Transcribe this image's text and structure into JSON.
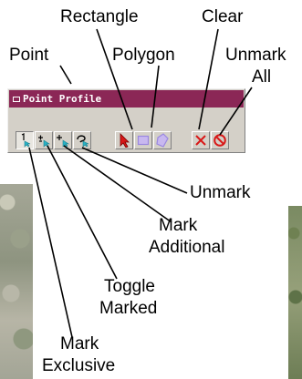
{
  "window": {
    "title": "Point Profile"
  },
  "tools": [
    {
      "name": "mark-exclusive",
      "icon": "mark-exclusive-icon",
      "pressed": true
    },
    {
      "name": "toggle-marked",
      "icon": "toggle-marked-icon",
      "pressed": false
    },
    {
      "name": "mark-additional",
      "icon": "mark-additional-icon",
      "pressed": false
    },
    {
      "name": "unmark",
      "icon": "unmark-icon",
      "pressed": false
    },
    {
      "name": "point",
      "icon": "point-arrow-icon",
      "pressed": false
    },
    {
      "name": "rectangle",
      "icon": "rectangle-icon",
      "pressed": false
    },
    {
      "name": "polygon",
      "icon": "polygon-icon",
      "pressed": false
    },
    {
      "name": "clear",
      "icon": "clear-x-icon",
      "pressed": false
    },
    {
      "name": "unmark-all",
      "icon": "no-sign-icon",
      "pressed": false
    }
  ],
  "labels": {
    "rectangle": "Rectangle",
    "clear": "Clear",
    "point": "Point",
    "polygon": "Polygon",
    "unmark_all_line1": "Unmark",
    "unmark_all_line2": "All",
    "unmark": "Unmark",
    "mark_additional_line1": "Mark",
    "mark_additional_line2": "Additional",
    "toggle_marked_line1": "Toggle",
    "toggle_marked_line2": "Marked",
    "mark_exclusive_line1": "Mark",
    "mark_exclusive_line2": "Exclusive"
  },
  "colors": {
    "title_bar": "#8b2756",
    "icon_cyan": "#28b4c8",
    "icon_red": "#d81818",
    "icon_purple": "#9a88e0"
  }
}
